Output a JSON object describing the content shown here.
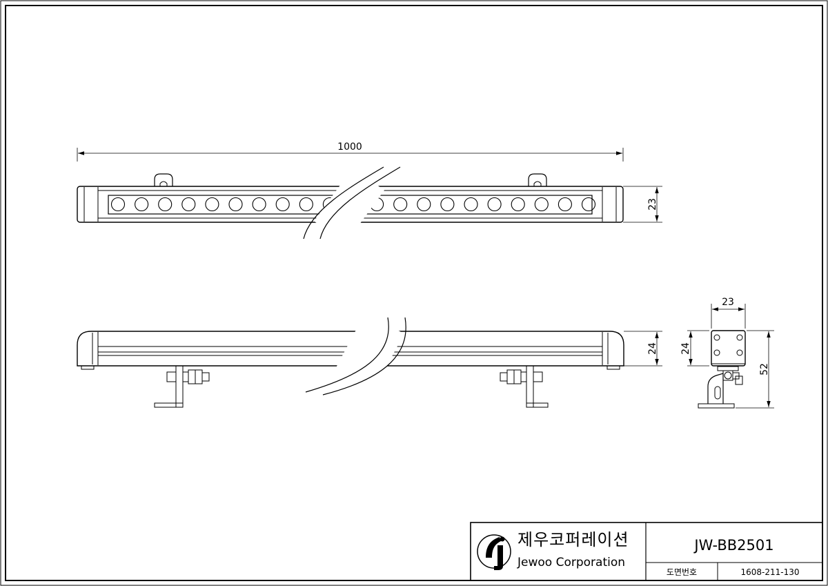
{
  "dimensions": {
    "top_length": "1000",
    "top_height": "23",
    "side_height": "24",
    "end_height": "24",
    "end_width": "23",
    "end_total_height": "52"
  },
  "title_block": {
    "company_korean": "제우코퍼레이션",
    "company_english": "Jewoo Corporation",
    "model": "JW-BB2501",
    "drawing_number_label": "도면번호",
    "drawing_number": "1608-211-130"
  }
}
